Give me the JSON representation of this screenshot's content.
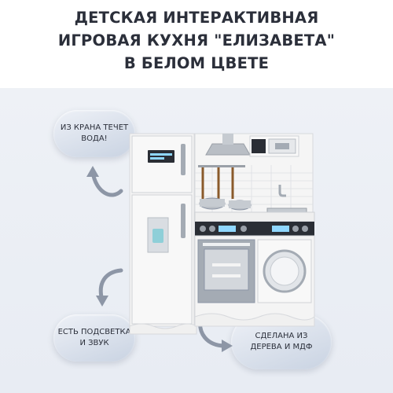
{
  "title": {
    "line1": "ДЕТСКАЯ ИНТЕРАКТИВНАЯ",
    "line2": "ИГРОВАЯ КУХНЯ \"ЕЛИЗАВЕТА\"",
    "line3": "В БЕЛОМ ЦВЕТЕ"
  },
  "callouts": {
    "water": {
      "line1": "ИЗ КРАНА ТЕЧЕТ",
      "line2": "ВОДА!"
    },
    "light": {
      "line1": "ЕСТЬ ПОДСВЕТКА",
      "line2": "И ЗВУК"
    },
    "wood": {
      "line1": "СДЕЛАНА ИЗ",
      "line2": "ДЕРЕВА И МДФ"
    }
  },
  "colors": {
    "title_text": "#2b2f3a",
    "panel_bg": "#eef1f6",
    "bubble_top": "#eef1f7",
    "bubble_bottom": "#c9d3e2",
    "arrow": "#8d96a6",
    "kitchen_white": "#f6f6f6",
    "kitchen_gray": "#a4abb4",
    "kitchen_dark": "#2a2e35"
  },
  "icons": [
    "curved-arrow-icon"
  ]
}
